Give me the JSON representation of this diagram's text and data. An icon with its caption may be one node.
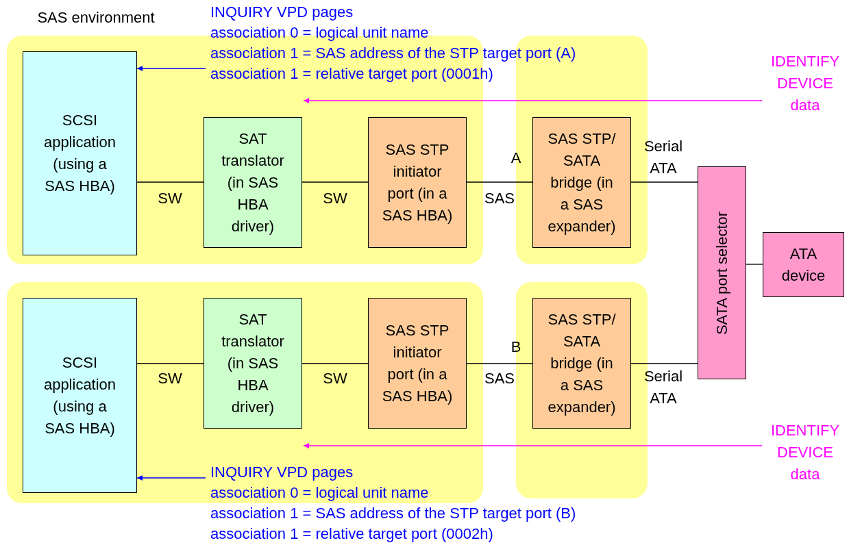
{
  "diagram": {
    "nodes": [
      {
        "text": [],
        "shape": "box"
      },
      {
        "text": [
          "SCSI application (using a SAS HBA)"
        ],
        "in": 0
      },
      {
        "text": [
          "SAT translator (in SAS HBA driver)"
        ],
        "in": 0
      },
      {
        "text": [
          "SAS STP initiator port (in a SAS HBA)"
        ],
        "in": 0
      },
      {
        "text": [],
        "shape": "box"
      },
      {
        "text": [
          "SAS STP/ SATA bridge (in a SAS expander)"
        ],
        "in": 4
      },
      {
        "text": [
          "SATA port selector"
        ]
      },
      {
        "text": [
          "ATA device"
        ]
      },
      {
        "text": [],
        "shape": "box"
      },
      {
        "text": [
          "SCSI application (using a SAS HBA)"
        ],
        "in": 8
      },
      {
        "text": [
          "SAT translator (in SAS HBA driver)"
        ],
        "in": 8
      },
      {
        "text": [
          "SAS STP initiator port (in a SAS HBA)"
        ],
        "in": 8
      },
      {
        "text": [],
        "shape": "box"
      },
      {
        "text": [
          "SAS STP/ SATA bridge (in a SAS expander)"
        ],
        "in": 12
      },
      {
        "text": [
          "INQUIRY VPD pages",
          "association 0 = logical unit name",
          "association 1 = SAS address of the STP target port (A)",
          "association 1 = relative target port (0001h)"
        ]
      },
      {
        "text": [
          "IDENTIFY DEVICE data"
        ]
      },
      {
        "text": [
          "IDENTIFY DEVICE data"
        ]
      },
      {
        "text": [
          "INQUIRY VPD pages",
          "association 0 = logical unit name",
          "association 1 = SAS address of the STP target port (B)",
          "association 1 = relative target port (0002h)"
        ]
      }
    ],
    "edges": [
      {
        "from": 1,
        "to": 2,
        "arrow": "none",
        "label": "SW"
      },
      {
        "from": 2,
        "to": 3,
        "arrow": "none",
        "label": "SW"
      },
      {
        "from": 3,
        "to": 5,
        "arrow": "none",
        "label": "SAS"
      },
      {
        "from": 5,
        "to": 6,
        "arrow": "none",
        "label": "Serial ATA"
      },
      {
        "from": 6,
        "to": 7,
        "arrow": "none"
      },
      {
        "from": 9,
        "to": 10,
        "arrow": "none",
        "label": "SW"
      },
      {
        "from": 10,
        "to": 11,
        "arrow": "none",
        "label": "SW"
      },
      {
        "from": 11,
        "to": 13,
        "arrow": "none",
        "label": "SAS"
      },
      {
        "from": 13,
        "to": 6,
        "arrow": "none",
        "label": "Serial ATA"
      },
      {
        "from": 14,
        "to": 1,
        "arrow": "to",
        "color": "#0000ff"
      },
      {
        "from": 15,
        "to": 2,
        "arrow": "to",
        "color": "#ff00ff"
      },
      {
        "from": 16,
        "to": 10,
        "arrow": "to",
        "color": "#ff00ff"
      },
      {
        "from": 17,
        "to": 9,
        "arrow": "to",
        "color": "#0000ff"
      }
    ],
    "labels": [
      "SAS environment",
      "A",
      "B"
    ]
  }
}
